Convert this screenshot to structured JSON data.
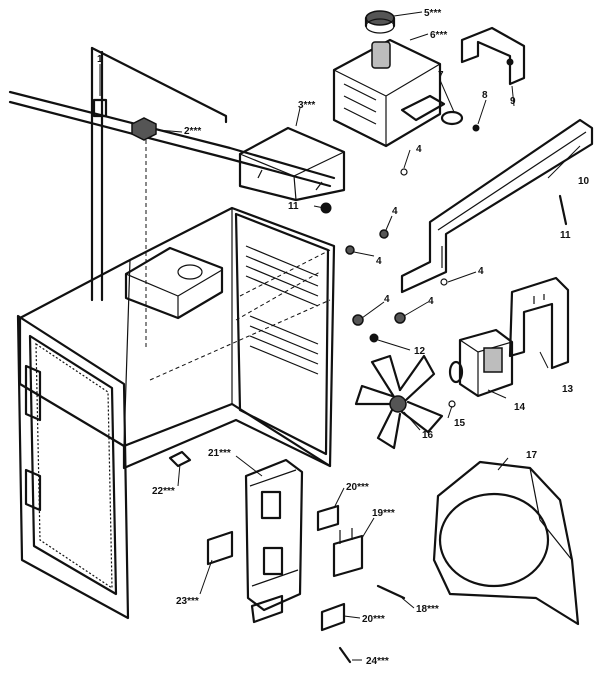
{
  "callouts": [
    {
      "id": "c1",
      "text": "1"
    },
    {
      "id": "c2",
      "text": "2***"
    },
    {
      "id": "c3",
      "text": "3***"
    },
    {
      "id": "c4a",
      "text": "4"
    },
    {
      "id": "c4b",
      "text": "4"
    },
    {
      "id": "c4c",
      "text": "4"
    },
    {
      "id": "c4d",
      "text": "4"
    },
    {
      "id": "c4e",
      "text": "4"
    },
    {
      "id": "c4f",
      "text": "4"
    },
    {
      "id": "c5",
      "text": "5***"
    },
    {
      "id": "c6",
      "text": "6***"
    },
    {
      "id": "c7",
      "text": "7"
    },
    {
      "id": "c8",
      "text": "8"
    },
    {
      "id": "c9",
      "text": "9"
    },
    {
      "id": "c10",
      "text": "10"
    },
    {
      "id": "c11a",
      "text": "11"
    },
    {
      "id": "c11b",
      "text": "11"
    },
    {
      "id": "c12",
      "text": "12"
    },
    {
      "id": "c13",
      "text": "13"
    },
    {
      "id": "c14",
      "text": "14"
    },
    {
      "id": "c15",
      "text": "15"
    },
    {
      "id": "c16",
      "text": "16"
    },
    {
      "id": "c17",
      "text": "17"
    },
    {
      "id": "c18",
      "text": "18***"
    },
    {
      "id": "c19",
      "text": "19***"
    },
    {
      "id": "c20a",
      "text": "20***"
    },
    {
      "id": "c20b",
      "text": "20***"
    },
    {
      "id": "c21",
      "text": "21***"
    },
    {
      "id": "c22",
      "text": "22***"
    },
    {
      "id": "c23",
      "text": "23***"
    },
    {
      "id": "c24",
      "text": "24***"
    }
  ]
}
